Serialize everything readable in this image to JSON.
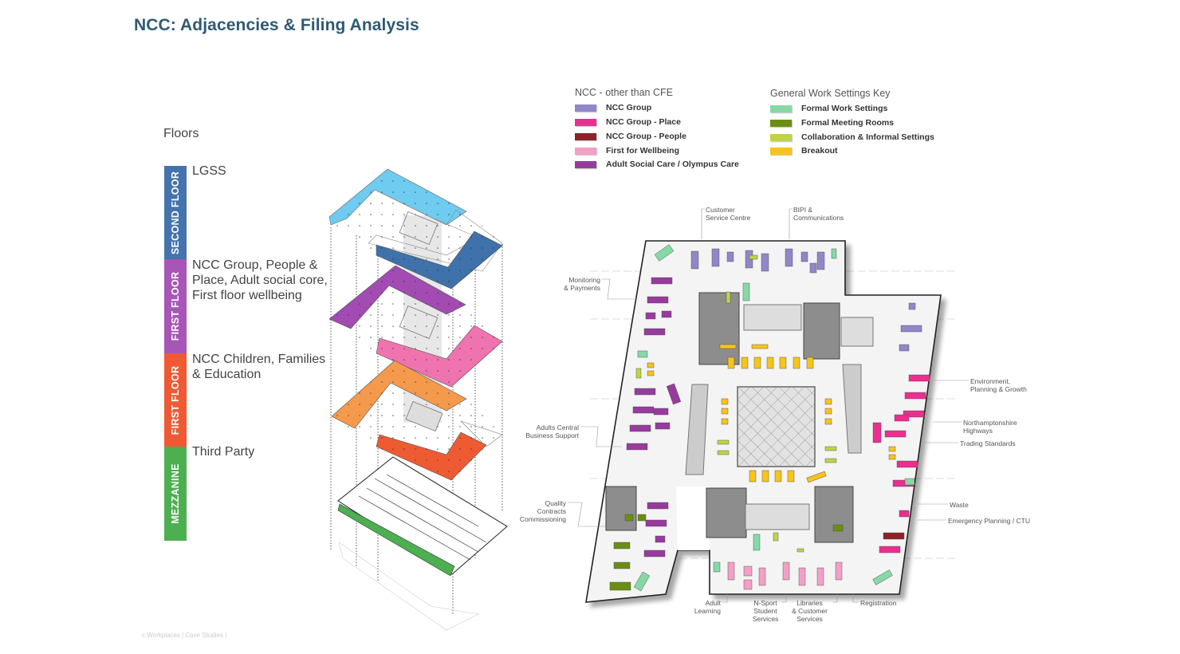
{
  "title": "NCC: Adjacencies & Filing Analysis",
  "floors": {
    "heading": "Floors",
    "items": [
      {
        "label": "SECOND FLOOR",
        "description": "LGSS",
        "color": "#4473ad"
      },
      {
        "label": "FIRST FLOOR",
        "description": "NCC Group, People & Place, Adult social core, First floor wellbeing",
        "color": "#a855b8"
      },
      {
        "label": "FIRST FLOOR",
        "description": "NCC Children, Families & Education",
        "color": "#ef5a35"
      },
      {
        "label": "MEZZANINE",
        "description": "Third Party",
        "color": "#4caf50"
      }
    ]
  },
  "stack_colors": {
    "second_a": "#6fcbef",
    "second_b": "#3f71aa",
    "first_a": "#a24bb3",
    "first_b": "#ef73ae",
    "ground_a": "#f59a4c",
    "ground_b": "#ee5a32",
    "mezz": "#4caf50"
  },
  "legend_ncc": {
    "title": "NCC  - other than CFE",
    "items": [
      {
        "label": "NCC Group",
        "color": "#8f87c8"
      },
      {
        "label": "NCC Group - Place",
        "color": "#ea2f8f"
      },
      {
        "label": "NCC Group - People",
        "color": "#8e2229"
      },
      {
        "label": "First for Wellbeing",
        "color": "#f39fc6"
      },
      {
        "label": "Adult Social Care / Olympus Care",
        "color": "#963c9d"
      }
    ]
  },
  "legend_general": {
    "title": "General Work Settings Key",
    "items": [
      {
        "label": "Formal Work Settings",
        "color": "#86d9a5"
      },
      {
        "label": "Formal Meeting Rooms",
        "color": "#6a8e14"
      },
      {
        "label": "Collaboration & Informal Settings",
        "color": "#c0d24a"
      },
      {
        "label": "Breakout",
        "color": "#f7c419"
      }
    ]
  },
  "plan_labels": {
    "customer_service": "Customer\nService Centre",
    "bipi": "BIPI &\nCommunications",
    "monitoring": "Monitoring\n& Payments",
    "adults_central": "Adults Central\nBusiness Support",
    "quality": "Quality\nContracts\nCommissioning",
    "environment": "Environment,\nPlanning & Growth",
    "highways": "Northamptonshire\nHighways",
    "trading": "Trading Standards",
    "waste": "Waste",
    "emergency": "Emergency Planning / CTU",
    "adult_learning": "Adult\nLearning",
    "nsport": "N-Sport\nStudent\nServices",
    "libraries": "Libraries\n& Customer\nServices",
    "registration": "Registration"
  },
  "footer": "c:Workplaces |  Case Studies |"
}
